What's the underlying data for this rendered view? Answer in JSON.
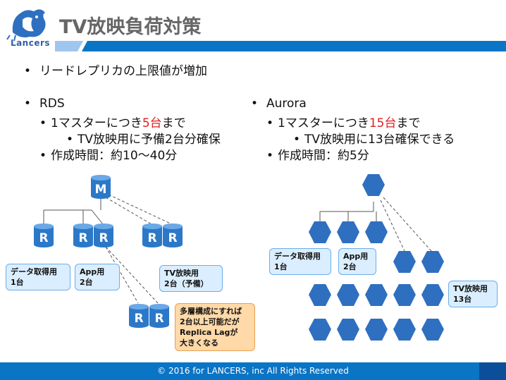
{
  "logo_text": "Lancers",
  "title": "TV放映負荷対策",
  "bullets": {
    "top": "リードレプリカの上限値が増加",
    "rds": {
      "heading": "RDS",
      "line1_pre": "1マスターにつき",
      "line1_red": "5台",
      "line1_post": "まで",
      "line2": "TV放映用に予備2台分確保",
      "line3": "作成時間：約10〜40分"
    },
    "aurora": {
      "heading": "Aurora",
      "line1_pre": "1マスターにつき",
      "line1_red": "15台",
      "line1_post": "まで",
      "line2": "TV放映用に13台確保できる",
      "line3": "作成時間：約5分"
    }
  },
  "rds_diagram": {
    "master_label": "M",
    "replica_label": "R",
    "callouts": {
      "data": [
        "データ取得用",
        "1台"
      ],
      "app": [
        "App用",
        "2台"
      ],
      "tv": [
        "TV放映用",
        "2台（予備）"
      ],
      "multi": [
        "多層構成にすれば",
        "2台以上可能だが",
        "Replica Lagが",
        "大きくなる"
      ]
    }
  },
  "aurora_diagram": {
    "callouts": {
      "data": [
        "データ取得用",
        "1台"
      ],
      "app": [
        "App用",
        "2台"
      ],
      "tv": [
        "TV放映用",
        "13台"
      ]
    }
  },
  "footer": "© 2016 for LANCERS, inc All Rights Reserved",
  "colors": {
    "brand_blue": "#0a74c5",
    "db_blue": "#2c78c8",
    "callout_blue": "#dbeeff",
    "callout_orange": "#ffd9a8",
    "highlight_red": "#e02020"
  }
}
